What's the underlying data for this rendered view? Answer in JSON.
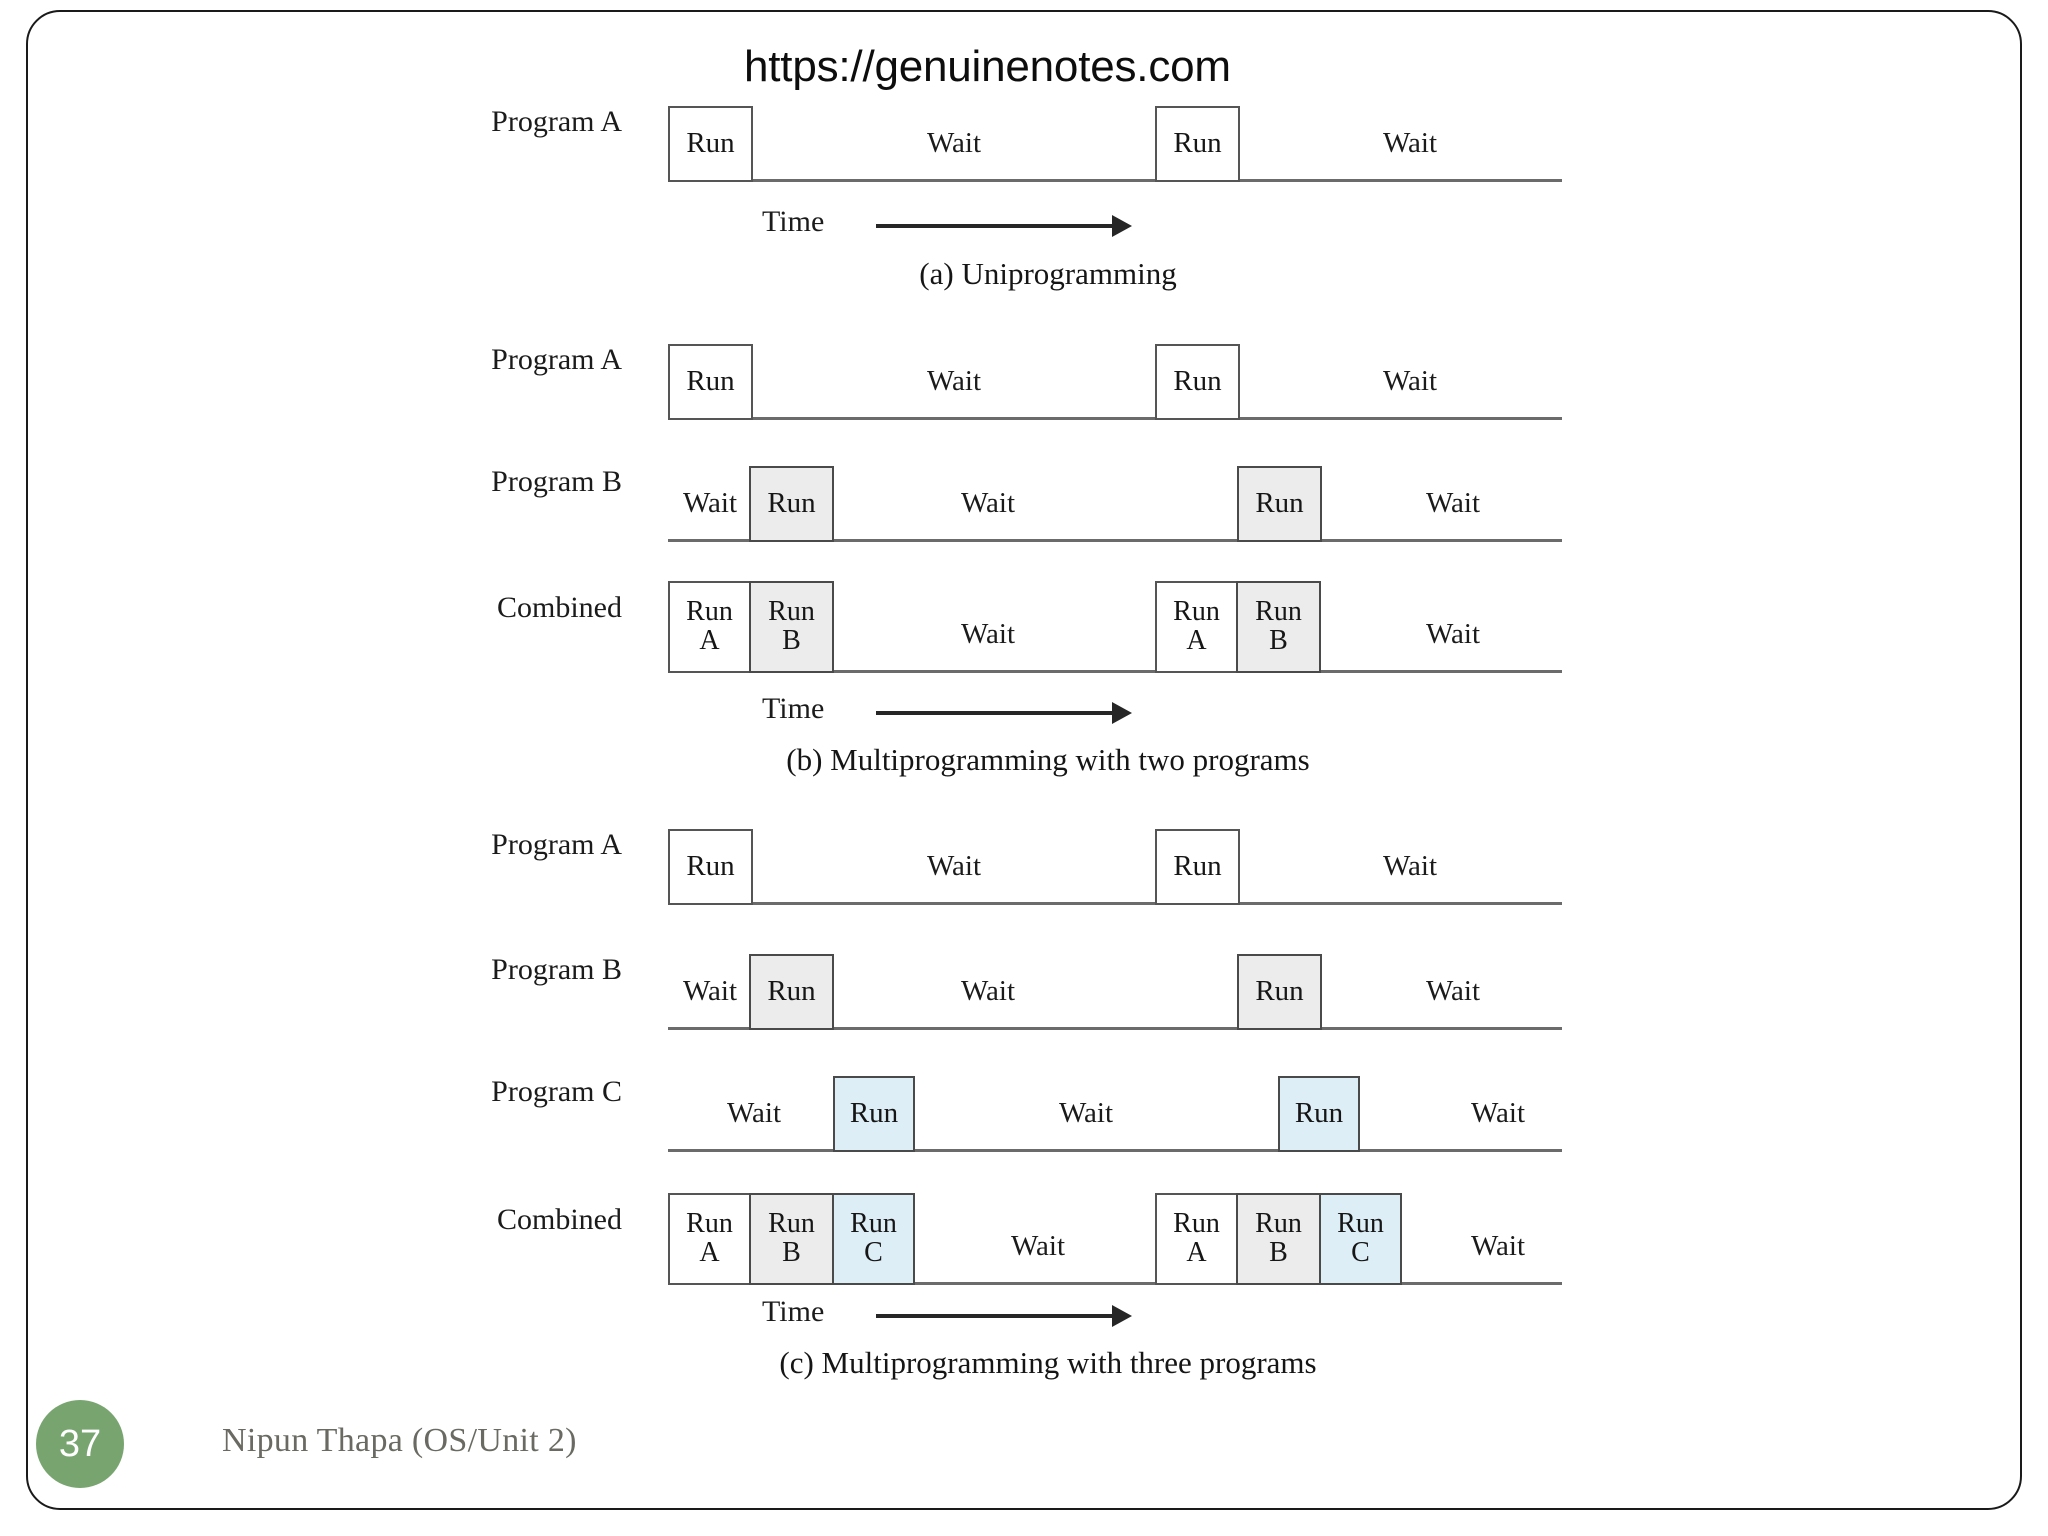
{
  "slide": {
    "watermark": "https://genuinenotes.com",
    "page_number": "37",
    "footer": "Nipun Thapa (OS/Unit 2)",
    "accent_color": "#78a56f",
    "gray_block_color": "#ececec",
    "blue_block_color": "#deeef7"
  },
  "labels": {
    "program_a": "Program A",
    "program_b": "Program B",
    "program_c": "Program C",
    "combined": "Combined",
    "run": "Run",
    "wait": "Wait",
    "time": "Time",
    "a_letter": "A",
    "b_letter": "B",
    "c_letter": "C"
  },
  "captions": {
    "a": "(a) Uniprogramming",
    "b": "(b) Multiprogramming with two programs",
    "c": "(c) Multiprogramming with three programs"
  },
  "chart_data": {
    "type": "table",
    "title": "Multiprogramming timeline diagrams",
    "sections": [
      {
        "id": "a",
        "caption": "(a) Uniprogramming",
        "rows": [
          {
            "label": "Program A",
            "fill": "white",
            "segments": [
              {
                "state": "Run",
                "start": 0,
                "end": 0.095
              },
              {
                "state": "Wait",
                "start": 0.095,
                "end": 0.545
              },
              {
                "state": "Run",
                "start": 0.545,
                "end": 0.64
              },
              {
                "state": "Wait",
                "start": 0.64,
                "end": 1.0
              }
            ]
          }
        ]
      },
      {
        "id": "b",
        "caption": "(b) Multiprogramming with two programs",
        "rows": [
          {
            "label": "Program A",
            "fill": "white",
            "segments": [
              {
                "state": "Run",
                "start": 0,
                "end": 0.095
              },
              {
                "state": "Wait",
                "start": 0.095,
                "end": 0.545
              },
              {
                "state": "Run",
                "start": 0.545,
                "end": 0.64
              },
              {
                "state": "Wait",
                "start": 0.64,
                "end": 1.0
              }
            ]
          },
          {
            "label": "Program B",
            "fill": "gray",
            "segments": [
              {
                "state": "Wait",
                "start": 0,
                "end": 0.09
              },
              {
                "state": "Run",
                "start": 0.09,
                "end": 0.185
              },
              {
                "state": "Wait",
                "start": 0.185,
                "end": 0.64
              },
              {
                "state": "Run",
                "start": 0.64,
                "end": 0.735
              },
              {
                "state": "Wait",
                "start": 0.735,
                "end": 1.0
              }
            ]
          },
          {
            "label": "Combined",
            "fill": "mixed",
            "segments": [
              {
                "state": "Run A",
                "start": 0,
                "end": 0.09,
                "fill": "white"
              },
              {
                "state": "Run B",
                "start": 0.09,
                "end": 0.185,
                "fill": "gray"
              },
              {
                "state": "Wait",
                "start": 0.185,
                "end": 0.545
              },
              {
                "state": "Run A",
                "start": 0.545,
                "end": 0.64,
                "fill": "white"
              },
              {
                "state": "Run B",
                "start": 0.64,
                "end": 0.735,
                "fill": "gray"
              },
              {
                "state": "Wait",
                "start": 0.735,
                "end": 1.0
              }
            ]
          }
        ]
      },
      {
        "id": "c",
        "caption": "(c) Multiprogramming with three programs",
        "rows": [
          {
            "label": "Program A",
            "fill": "white",
            "segments": [
              {
                "state": "Run",
                "start": 0,
                "end": 0.095
              },
              {
                "state": "Wait",
                "start": 0.095,
                "end": 0.545
              },
              {
                "state": "Run",
                "start": 0.545,
                "end": 0.64
              },
              {
                "state": "Wait",
                "start": 0.64,
                "end": 1.0
              }
            ]
          },
          {
            "label": "Program B",
            "fill": "gray",
            "segments": [
              {
                "state": "Wait",
                "start": 0,
                "end": 0.09
              },
              {
                "state": "Run",
                "start": 0.09,
                "end": 0.185
              },
              {
                "state": "Wait",
                "start": 0.185,
                "end": 0.64
              },
              {
                "state": "Run",
                "start": 0.64,
                "end": 0.735
              },
              {
                "state": "Wait",
                "start": 0.735,
                "end": 1.0
              }
            ]
          },
          {
            "label": "Program C",
            "fill": "blue",
            "segments": [
              {
                "state": "Wait",
                "start": 0,
                "end": 0.185
              },
              {
                "state": "Run",
                "start": 0.185,
                "end": 0.275
              },
              {
                "state": "Wait",
                "start": 0.275,
                "end": 0.735
              },
              {
                "state": "Run",
                "start": 0.735,
                "end": 0.825
              },
              {
                "state": "Wait",
                "start": 0.825,
                "end": 1.0
              }
            ]
          },
          {
            "label": "Combined",
            "fill": "mixed",
            "segments": [
              {
                "state": "Run A",
                "start": 0,
                "end": 0.09,
                "fill": "white"
              },
              {
                "state": "Run B",
                "start": 0.09,
                "end": 0.185,
                "fill": "gray"
              },
              {
                "state": "Run C",
                "start": 0.185,
                "end": 0.275,
                "fill": "blue"
              },
              {
                "state": "Wait",
                "start": 0.275,
                "end": 0.545
              },
              {
                "state": "Run A",
                "start": 0.545,
                "end": 0.64,
                "fill": "white"
              },
              {
                "state": "Run B",
                "start": 0.64,
                "end": 0.735,
                "fill": "gray"
              },
              {
                "state": "Run C",
                "start": 0.735,
                "end": 0.825,
                "fill": "blue"
              },
              {
                "state": "Wait",
                "start": 0.825,
                "end": 1.0
              }
            ]
          }
        ]
      }
    ]
  }
}
